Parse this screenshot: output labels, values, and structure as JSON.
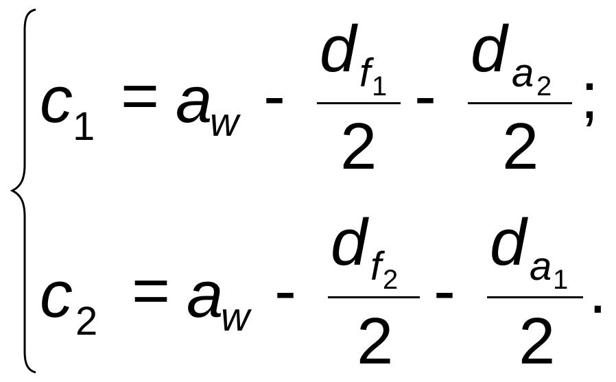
{
  "equations": [
    {
      "lhs_var": "c",
      "lhs_index": "1",
      "eq": "=",
      "rhs_var": "a",
      "rhs_index": "w",
      "op1": "-",
      "frac1": {
        "num_var": "d",
        "num_sub": "f",
        "num_subsub": "1",
        "den": "2"
      },
      "op2": "-",
      "frac2": {
        "num_var": "d",
        "num_sub": "a",
        "num_subsub": "2",
        "den": "2"
      },
      "end": ";"
    },
    {
      "lhs_var": "c",
      "lhs_index": "2",
      "eq": "=",
      "rhs_var": "a",
      "rhs_index": "w",
      "op1": "-",
      "frac1": {
        "num_var": "d",
        "num_sub": "f",
        "num_subsub": "2",
        "den": "2"
      },
      "op2": "-",
      "frac2": {
        "num_var": "d",
        "num_sub": "a",
        "num_subsub": "1",
        "den": "2"
      },
      "end": "."
    }
  ]
}
